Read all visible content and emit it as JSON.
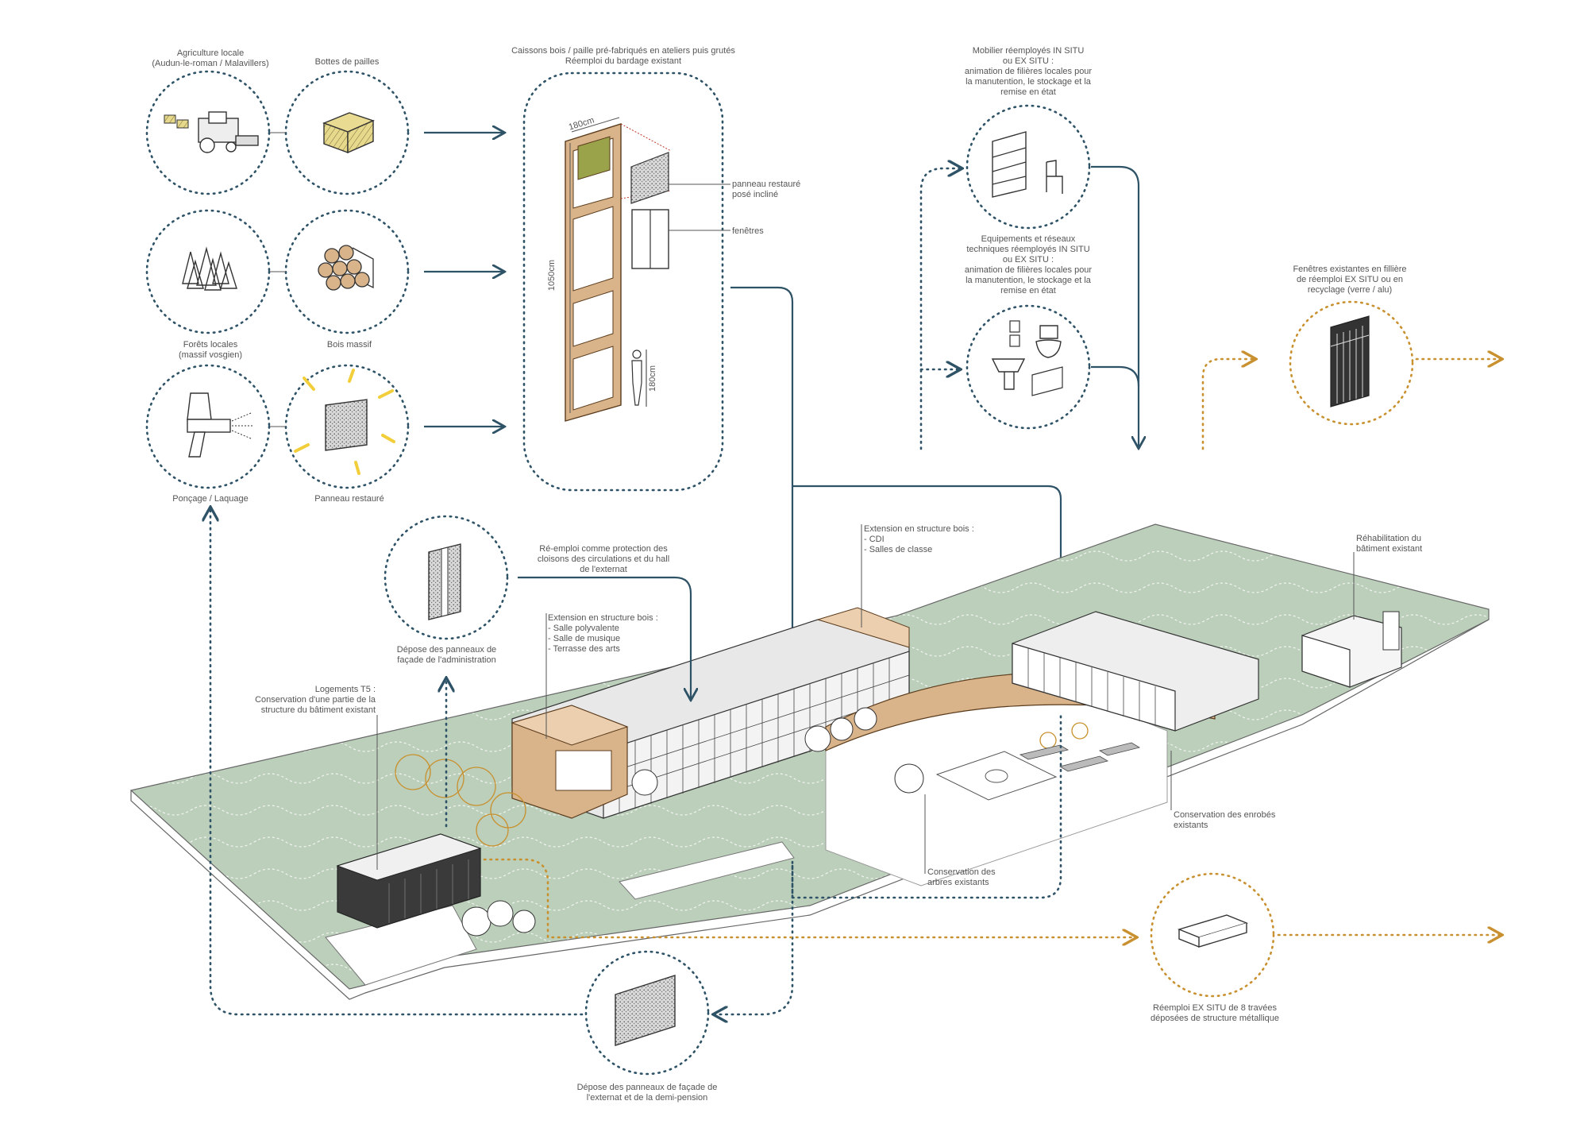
{
  "labels": {
    "agriculture": "Agriculture locale\n(Audun-le-roman / Malavillers)",
    "bottes": "Bottes de pailles",
    "caissons": "Caissons bois / paille pré-fabriqués en ateliers puis grutés\nRéemploi du bardage existant",
    "forets": "Forêts locales\n(massif vosgien)",
    "bois_massif": "Bois massif",
    "poncage": "Ponçage / Laquage",
    "panneau_restaure": "Panneau restauré",
    "dim_180_top": "180cm",
    "dim_1050": "1050cm",
    "dim_180_person": "180cm",
    "panneau_pose": "panneau restauré\nposé incliné",
    "fenetres": "fenêtres",
    "mobilier": "Mobilier réemployés IN SITU\nou EX SITU :\nanimation de filières locales pour\nla manutention, le stockage et la\nremise en état",
    "equipements": "Equipements et réseaux\ntechniques réemployés IN SITU\nou EX SITU :\nanimation de filières locales pour\nla manutention, le stockage et la\nremise en état",
    "fenetres_existantes": "Fenêtres existantes en fillière\nde réemploi EX SITU ou en\nrecyclage (verre / alu)",
    "reemploi_protection": "Ré-emploi comme protection des\ncloisons des circulations et du hall\nde l'externat",
    "depose_admin": "Dépose des panneaux de\nfaçade de l'administration",
    "extension_cdi": "Extension en structure bois :\n- CDI\n- Salles de classe",
    "rehabilitation": "Réhabilitation du\nbâtiment existant",
    "extension_salle": "Extension en structure bois :\n- Salle polyvalente\n- Salle de musique\n- Terrasse des arts",
    "logements": "Logements T5 :\nConservation d'une partie de la\nstructure du bâtiment existant",
    "conservation_enrobes": "Conservation des enrobés\nexistants",
    "conservation_arbres": "Conservation des\narbres existants",
    "reemploi_ex_situ": "Réemploi EX SITU de 8 travées\ndéposées de structure métallique",
    "depose_externat": "Dépose des panneaux de façade de\nl'externat et de la demi-pension"
  },
  "colors": {
    "teal": "#2e5266",
    "gold": "#c8902e",
    "grass": "#bccfbb",
    "timber": "#d9b48a",
    "sun": "#f2cf3a"
  },
  "icons": [
    "harvester-icon",
    "straw-bale-icon",
    "forest-icon",
    "log-pile-icon",
    "spray-gun-icon",
    "restored-panel-icon",
    "shelf-chair-icon",
    "sanitary-equipment-icon",
    "window-icon",
    "steel-beam-icon",
    "facade-panel-icon"
  ]
}
